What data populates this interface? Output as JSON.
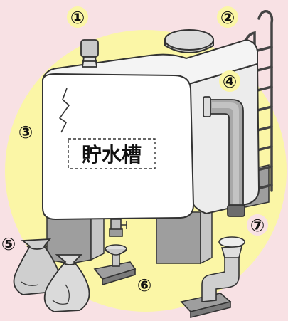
{
  "colors": {
    "background": "#f8e1e4",
    "highlight_circle": "#fbf6a6",
    "tank_fill": "#ffffff",
    "gray_light": "#d0d0d0",
    "gray_mid": "#b5b5b5",
    "gray_dark": "#8e8e8e",
    "outline": "#333333"
  },
  "tank_label": "貯水槽",
  "callouts": [
    {
      "id": "c1",
      "text": "①"
    },
    {
      "id": "c2",
      "text": "②"
    },
    {
      "id": "c3",
      "text": "③"
    },
    {
      "id": "c4",
      "text": "④"
    },
    {
      "id": "c5",
      "text": "⑤"
    },
    {
      "id": "c6",
      "text": "⑥"
    },
    {
      "id": "c7",
      "text": "⑦"
    }
  ]
}
